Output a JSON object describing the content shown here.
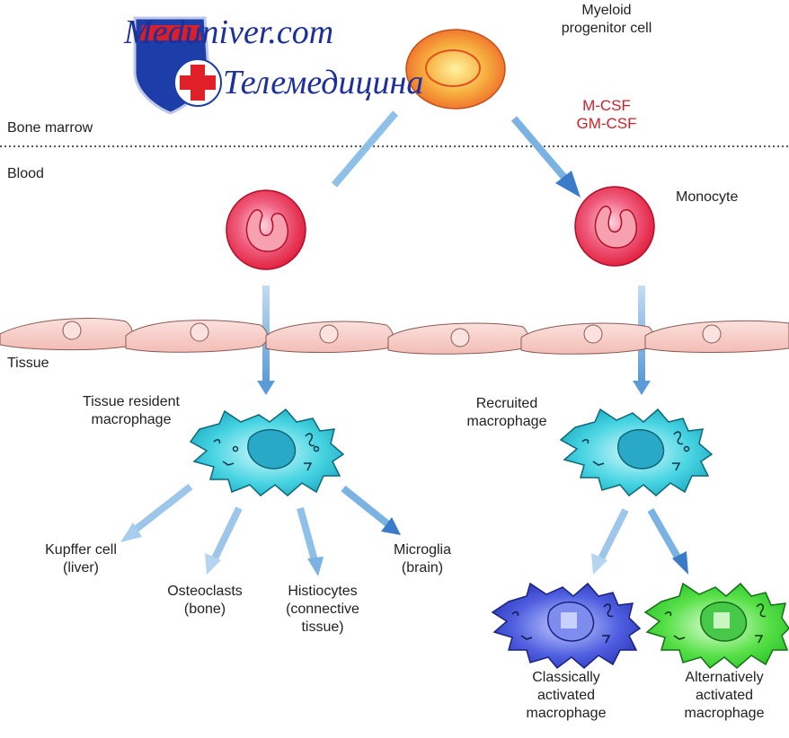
{
  "watermark": {
    "line1": "Meduniver.com",
    "line2": "Телемедицина"
  },
  "labels": {
    "bone_marrow": "Bone marrow",
    "blood": "Blood",
    "tissue": "Tissue",
    "myeloid_line1": "Myeloid",
    "myeloid_line2": "progenitor cell",
    "mcsf": "M-CSF",
    "gmcsf": "GM-CSF",
    "monocyte": "Monocyte",
    "tissue_resident_line1": "Tissue resident",
    "tissue_resident_line2": "macrophage",
    "recruited_line1": "Recruited",
    "recruited_line2": "macrophage",
    "kupffer_line1": "Kupffer cell",
    "kupffer_line2": "(liver)",
    "osteoclasts_line1": "Osteoclasts",
    "osteoclasts_line2": "(bone)",
    "histiocytes_line1": "Histiocytes",
    "histiocytes_line2": "(connective",
    "histiocytes_line3": "tissue)",
    "microglia_line1": "Microglia",
    "microglia_line2": "(brain)",
    "classical_line1": "Classically",
    "classical_line2": "activated",
    "classical_line3": "macrophage",
    "alternative_line1": "Alternatively",
    "alternative_line2": "activated",
    "alternative_line3": "macrophage"
  },
  "colors": {
    "progenitor": "#f08a2a",
    "monocyte": "#e8203a",
    "endothelium": "#f5c7c2",
    "resident_macrophage": "#2cc8d8",
    "classical_macrophage": "#3a4fd0",
    "alternative_macrophage": "#3ad83a",
    "arrow": "#6aa6d8",
    "csf_text": "#d0202a",
    "watermark": "#1d2f9a"
  }
}
